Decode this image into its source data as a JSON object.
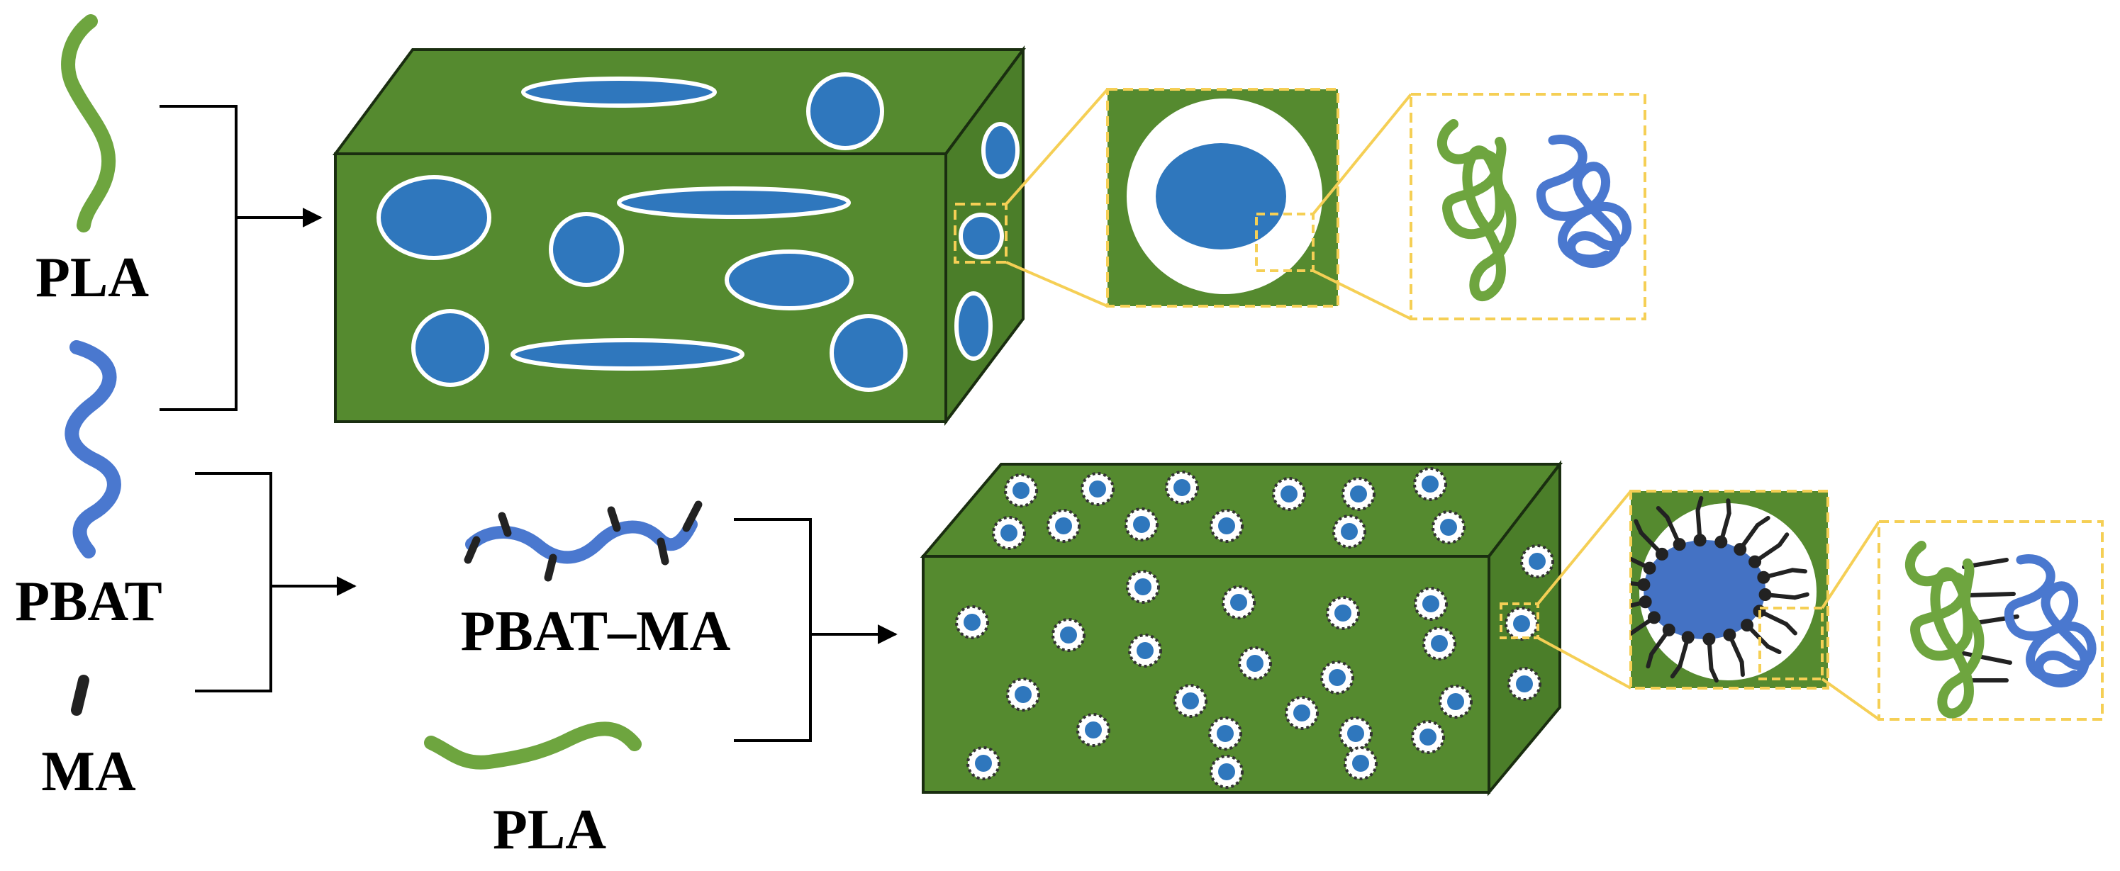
{
  "labels": {
    "pla_top": "PLA",
    "pbat": "PBAT",
    "ma": "MA",
    "pbat_ma": "PBAT–MA",
    "pla_bottom": "PLA"
  },
  "colors": {
    "pla_green": "#558a2f",
    "pla_chain": "#6ea53f",
    "pbat_blue": "#2f77bd",
    "pbat_chain": "#4a78cf",
    "ma_black": "#222222",
    "zoom_yellow": "#f5cf55",
    "interface_white": "#ffffff"
  },
  "icons": {
    "pla_chain": "pla-chain-icon",
    "pbat_chain": "pbat-chain-icon",
    "ma_molecule": "ma-molecule-icon"
  }
}
